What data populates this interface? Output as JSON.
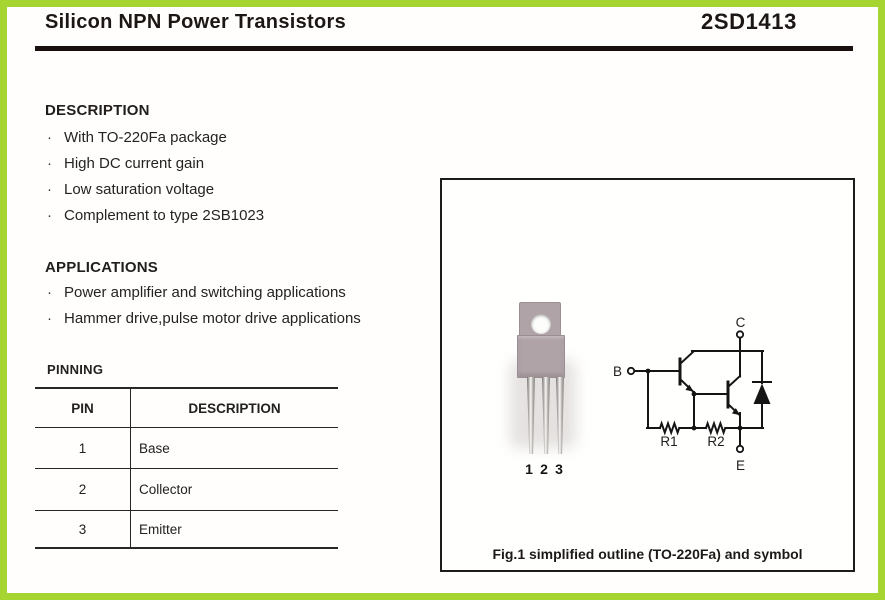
{
  "page": {
    "frame_color": "#a6d430",
    "background": "#fffefc"
  },
  "header": {
    "title": "Silicon NPN Power Transistors",
    "part_number": "2SD1413"
  },
  "description": {
    "heading": "DESCRIPTION",
    "bullet": "·",
    "items": [
      "With TO-220Fa package",
      "High DC current gain",
      "Low saturation voltage",
      "Complement to type 2SB1023"
    ]
  },
  "applications": {
    "heading": "APPLICATIONS",
    "items": [
      "Power amplifier and switching applications",
      "Hammer drive,pulse motor drive applications"
    ]
  },
  "pinning": {
    "heading": "PINNING",
    "table": {
      "headers": [
        "PIN",
        "DESCRIPTION"
      ],
      "rows": [
        [
          "1",
          "Base"
        ],
        [
          "2",
          "Collector"
        ],
        [
          "3",
          "Emitter"
        ]
      ]
    }
  },
  "figure": {
    "caption": "Fig.1 simplified outline (TO-220Fa) and symbol",
    "package": {
      "type": "TO-220Fa",
      "body_color": "#b0a3a8",
      "pin_labels": [
        "1",
        "2",
        "3"
      ]
    },
    "schematic": {
      "terminal_b": "B",
      "terminal_c": "C",
      "terminal_e": "E",
      "resistor_1": "R1",
      "resistor_2": "R2"
    }
  }
}
